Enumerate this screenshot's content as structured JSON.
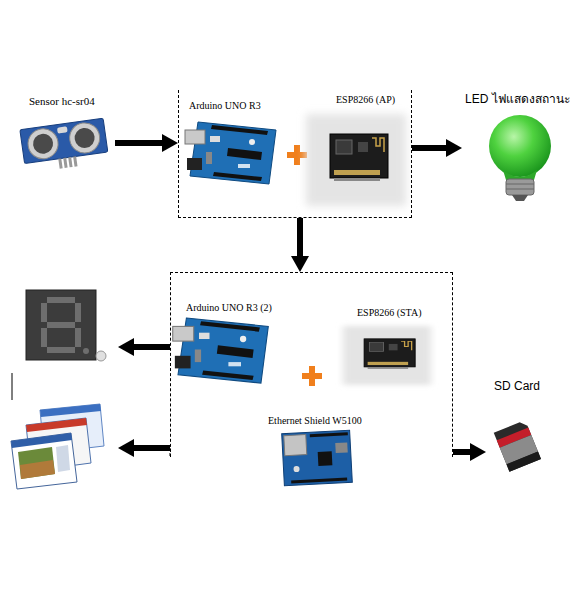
{
  "diagram": {
    "nodes": [
      {
        "text": [
          "Sensor hc-sr04"
        ]
      },
      {
        "text": [
          "Arduino UNO R3",
          "ESP8266 (AP)"
        ]
      },
      {
        "text": [
          "LED ไฟแสดงสถานะ"
        ]
      },
      {
        "text": [
          "Arduino UNO R3 (2)",
          "ESP8266 (STA)",
          "Ethernet Shield W5100"
        ]
      },
      {
        "text": [
          "SD Card"
        ]
      }
    ],
    "edges": [
      {
        "from": 0,
        "to": 1,
        "arrow": "to"
      },
      {
        "from": 1,
        "to": 2,
        "arrow": "to"
      },
      {
        "from": 1,
        "to": 3,
        "arrow": "to"
      },
      {
        "from": 3,
        "to": 4,
        "arrow": "to"
      }
    ]
  }
}
